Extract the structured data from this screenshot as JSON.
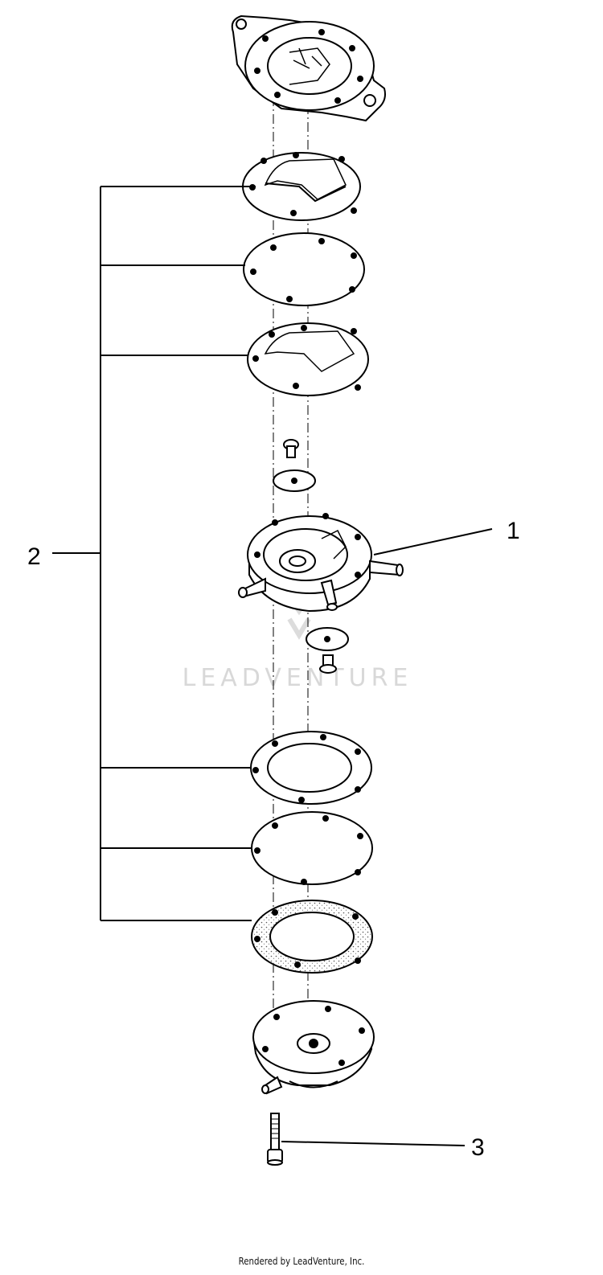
{
  "callouts": {
    "part1": "1",
    "part2": "2",
    "part3": "3"
  },
  "watermark": "LEADVENTURE",
  "footer": "Rendered by LeadVenture, Inc.",
  "colors": {
    "line": "#000000",
    "watermark": "#d8d8d8",
    "background": "#ffffff"
  }
}
